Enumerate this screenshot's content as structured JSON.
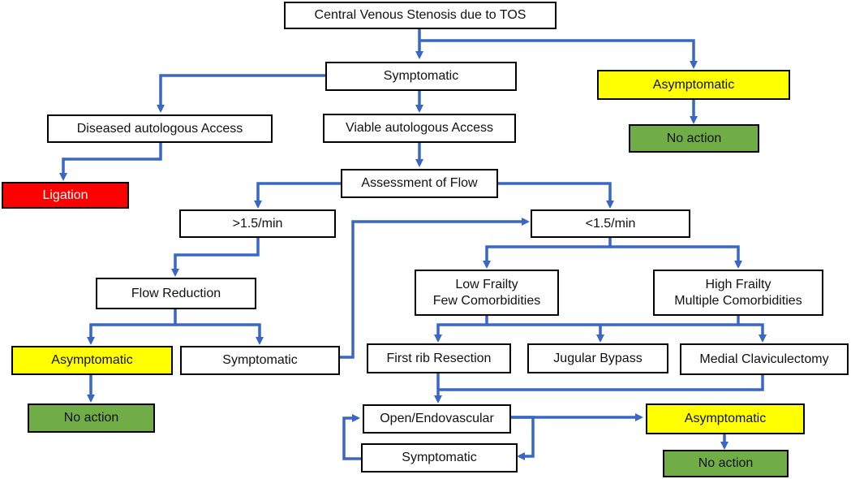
{
  "colors": {
    "arrow": "#3a67c4",
    "asymptomatic_fill": "#ffff00",
    "no_action_fill": "#70ad47",
    "ligation_fill": "#ff0000"
  },
  "nodes": {
    "root": "Central Venous  Stenosis due to TOS",
    "symptomatic_top": "Symptomatic",
    "asymptomatic_top": "Asymptomatic",
    "no_action_top": "No action",
    "diseased_access": "Diseased autologous Access",
    "viable_access": "Viable autologous Access",
    "ligation": "Ligation",
    "assessment_flow": "Assessment of Flow",
    "flow_high": ">1.5/min",
    "flow_low": "<1.5/min",
    "flow_reduction": "Flow Reduction",
    "low_frailty_1": "Low Frailty",
    "low_frailty_2": "Few Comorbidities",
    "high_frailty_1": "High Frailty",
    "high_frailty_2": "Multiple Comorbidities",
    "asymptomatic_left": "Asymptomatic",
    "symptomatic_left": "Symptomatic",
    "no_action_left": "No action",
    "first_rib": "First rib Resection",
    "jugular_bypass": "Jugular Bypass",
    "medial_clav": "Medial Claviculectomy",
    "open_endo": "Open/Endovascular",
    "symptomatic_bottom": "Symptomatic",
    "asymptomatic_bottom": "Asymptomatic",
    "no_action_bottom": "No action"
  }
}
